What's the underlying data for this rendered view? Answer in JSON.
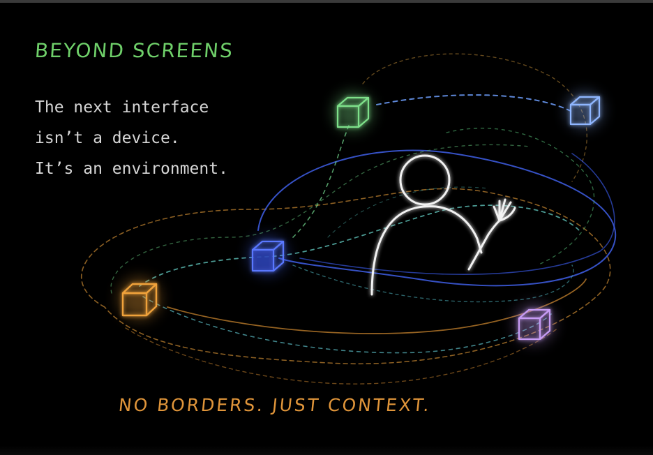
{
  "heading": "BEYOND SCREENS",
  "body_lines": [
    "The next interface",
    "isn’t a device.",
    "It’s an environment."
  ],
  "tagline": "NO BORDERS. JUST CONTEXT.",
  "colors": {
    "background": "#000000",
    "heading": "#6fd06a",
    "body": "#d6d6d6",
    "tagline": "#e0953a",
    "figure": "#f2f2f2",
    "cube_green": "#7ee08a",
    "cube_blue_light": "#8fb6ff",
    "cube_blue": "#4a6cff",
    "cube_orange": "#f0a23a",
    "cube_purple": "#c79cf5"
  },
  "illustration": {
    "figure": "person-outline-waving",
    "cubes": [
      "green-cube-icon",
      "light-blue-cube-icon",
      "blue-cube-icon",
      "orange-cube-icon",
      "purple-cube-icon"
    ]
  }
}
